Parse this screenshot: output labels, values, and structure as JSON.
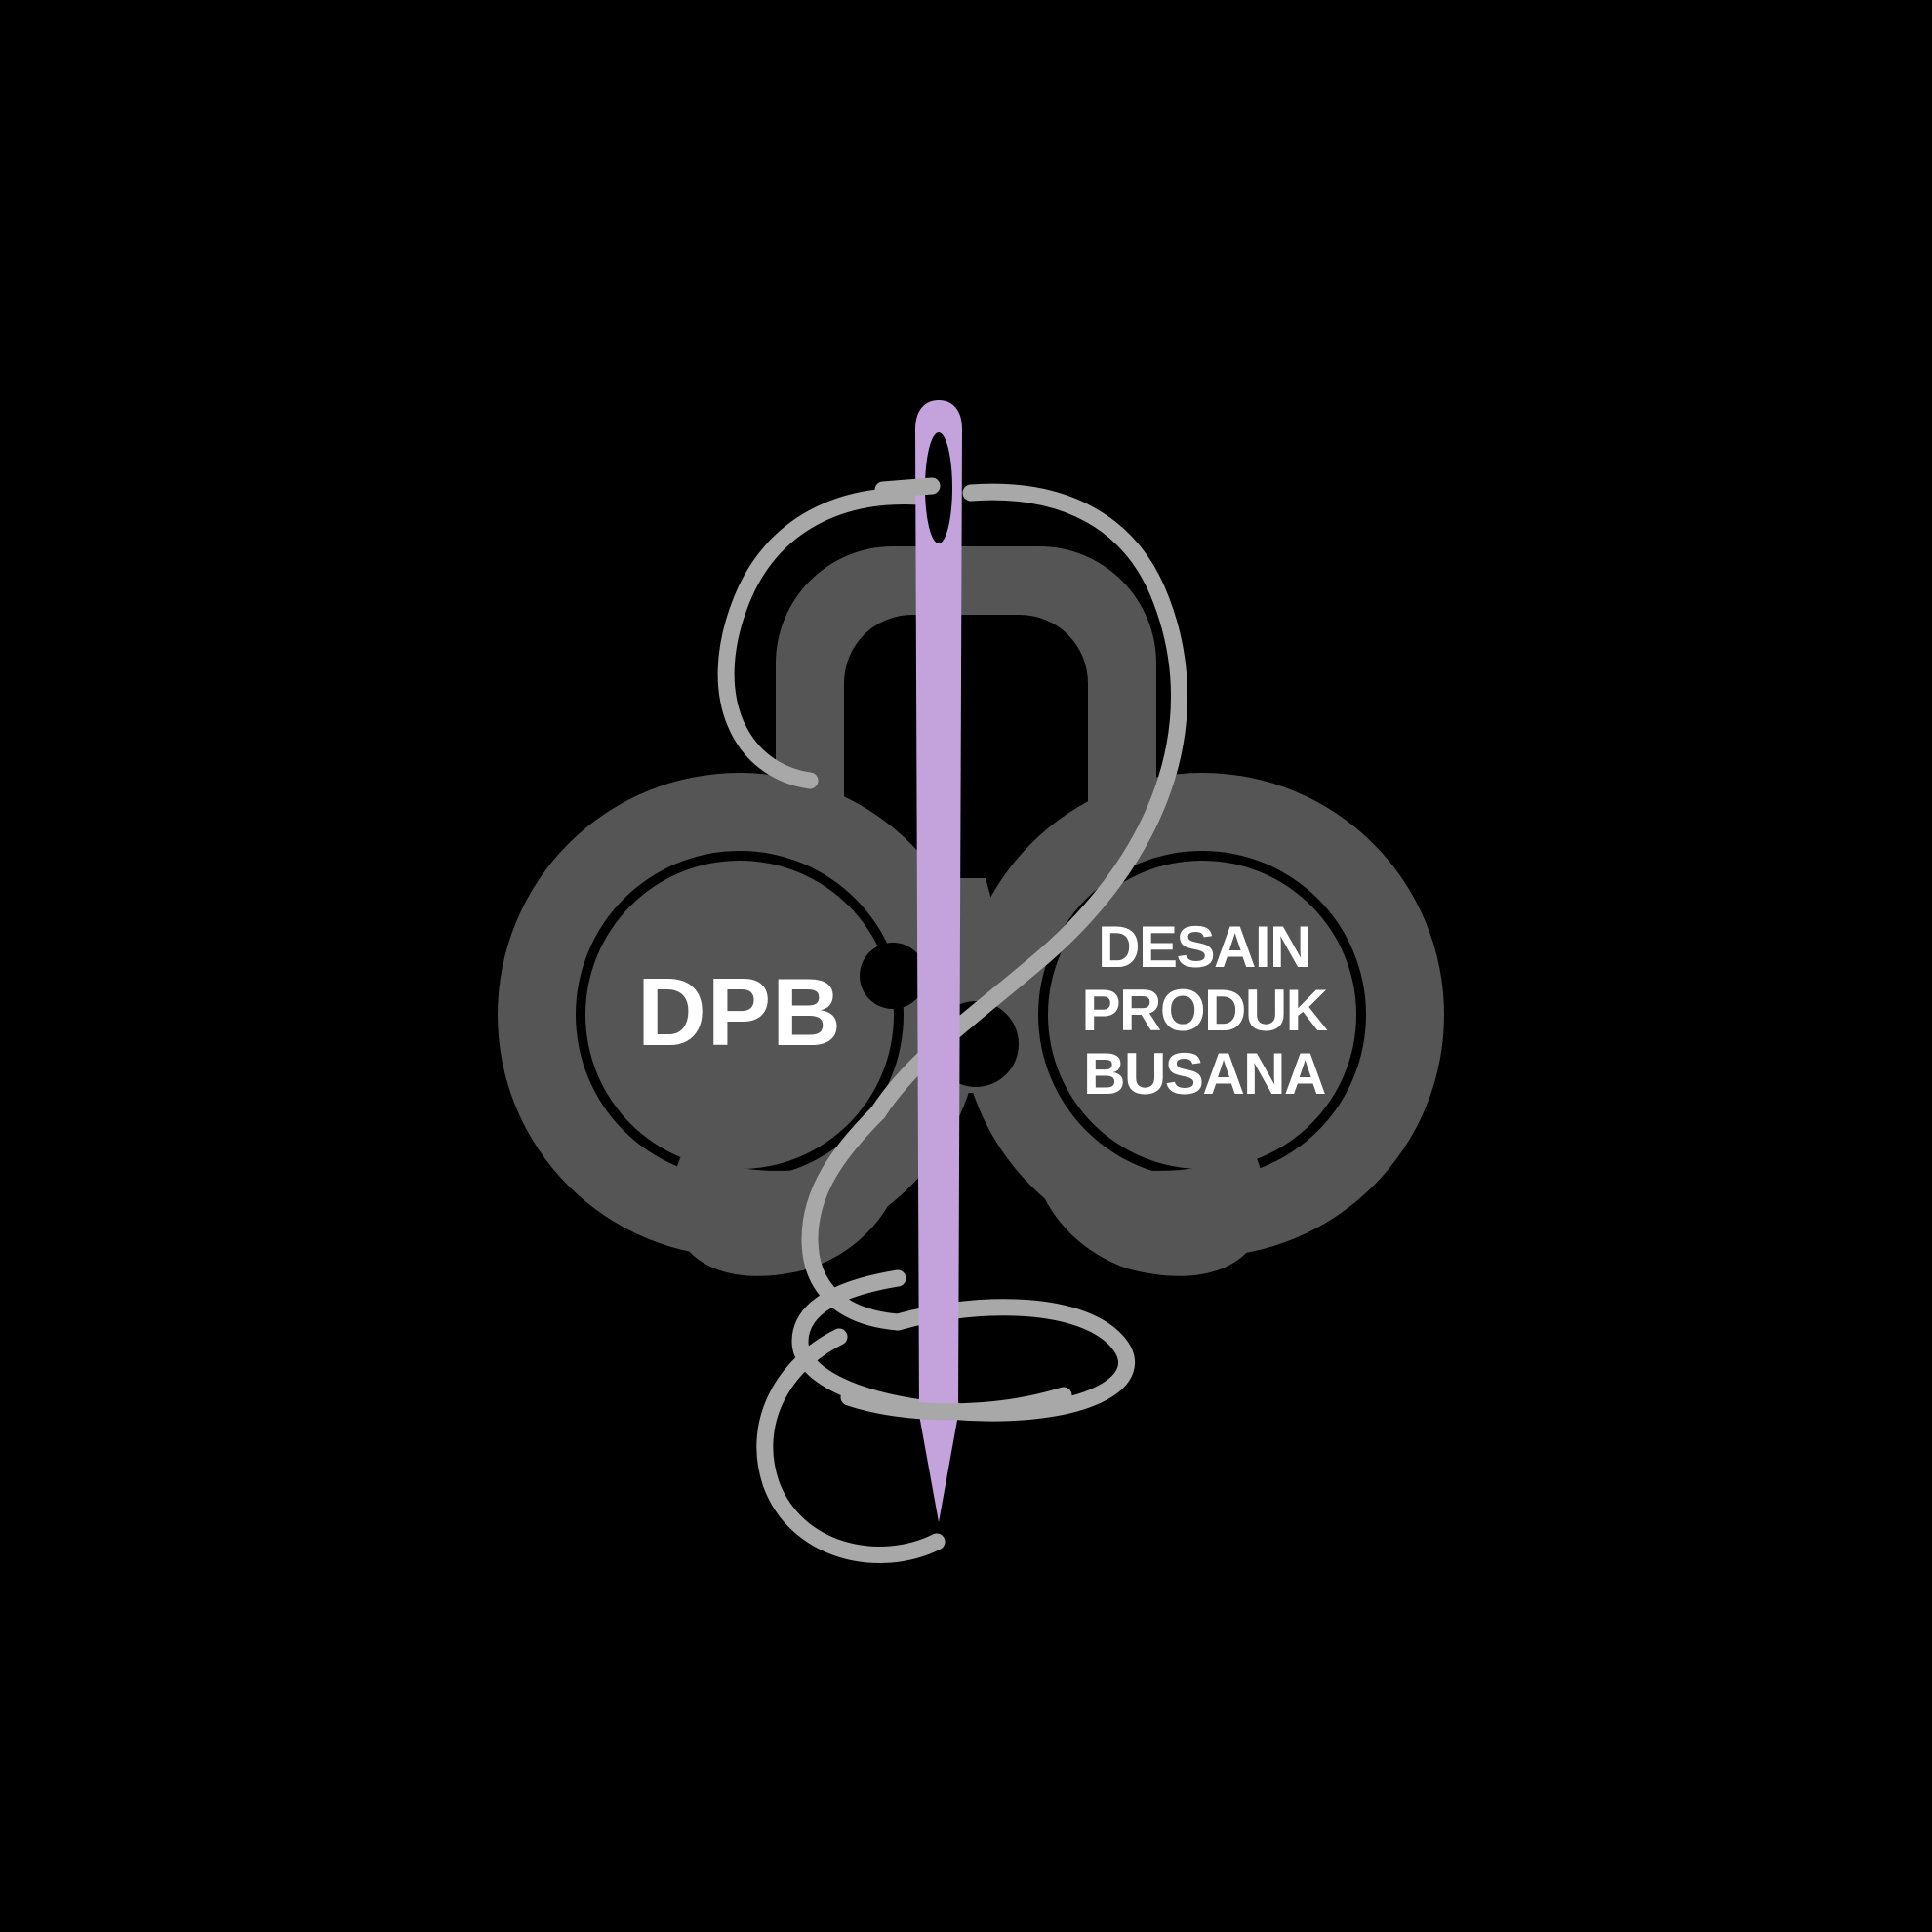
{
  "logo": {
    "name": "DPB Desain Produk Busana logo",
    "background_color": "#000000",
    "left_badge": {
      "initials": "DPB",
      "ring_color": "#555555",
      "disc_color": "#555555",
      "text_color": "#ffffff",
      "gap_color": "#000000"
    },
    "right_badge": {
      "line1": "DESAIN",
      "line2": "PRODUK",
      "line3": "BUSANA",
      "ring_color": "#555555",
      "disc_color": "#555555",
      "text_color": "#ffffff",
      "gap_color": "#000000"
    },
    "top_petal": {
      "color": "#555555",
      "description": "upper rounded loop of the trefoil"
    },
    "needle": {
      "color": "#C4A2DC",
      "eye_color": "#000000",
      "description": "vertical sewing needle with eye near the top and a tapered point at the bottom"
    },
    "thread": {
      "color": "#A8A8A8",
      "description": "curling thread passing through the needle eye and looping below"
    }
  }
}
